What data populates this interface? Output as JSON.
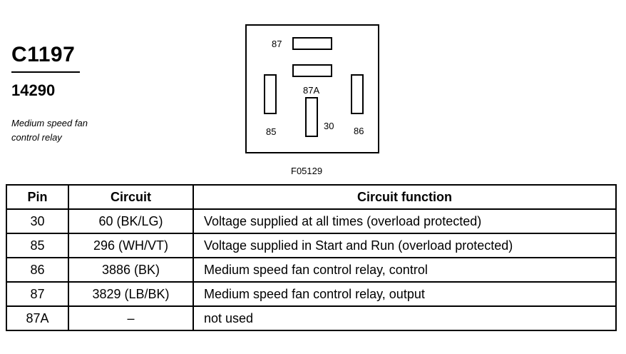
{
  "header": {
    "connector_id": "C1197",
    "part_number": "14290",
    "description_line1": "Medium speed fan",
    "description_line2": "control relay"
  },
  "diagram": {
    "pins": {
      "p87": "87",
      "p87a": "87A",
      "p85": "85",
      "p30": "30",
      "p86": "86"
    },
    "figure_id": "F05129"
  },
  "table": {
    "headers": {
      "pin": "Pin",
      "circuit": "Circuit",
      "function": "Circuit function"
    },
    "rows": [
      {
        "pin": "30",
        "circuit": "60 (BK/LG)",
        "function": "Voltage supplied at all times (overload protected)"
      },
      {
        "pin": "85",
        "circuit": "296 (WH/VT)",
        "function": "Voltage supplied in Start and Run (overload protected)"
      },
      {
        "pin": "86",
        "circuit": "3886 (BK)",
        "function": "Medium speed fan control relay, control"
      },
      {
        "pin": "87",
        "circuit": "3829 (LB/BK)",
        "function": "Medium speed fan control relay, output"
      },
      {
        "pin": "87A",
        "circuit": "–",
        "function": "not used"
      }
    ]
  }
}
